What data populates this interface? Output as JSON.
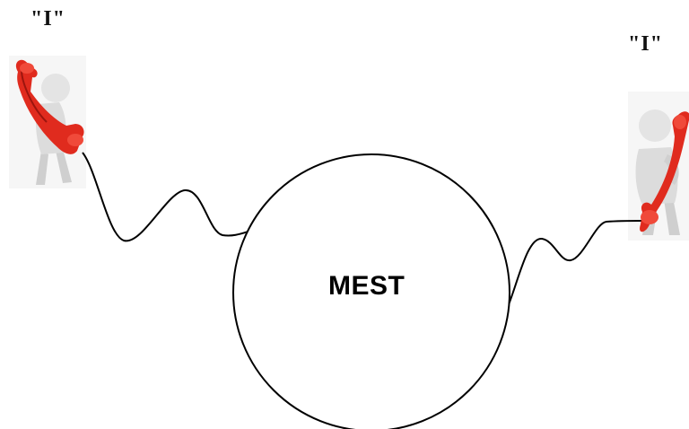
{
  "left_person": {
    "label": "\"I\""
  },
  "right_person": {
    "label": "\"I\""
  },
  "center_circle": {
    "label": "MEST"
  },
  "colors": {
    "phone_red": "#e02b1e",
    "figure_gray": "#d9d9d9",
    "wire": "#000000"
  },
  "icons": {
    "left": "person-on-phone-icon",
    "right": "person-on-phone-icon"
  }
}
